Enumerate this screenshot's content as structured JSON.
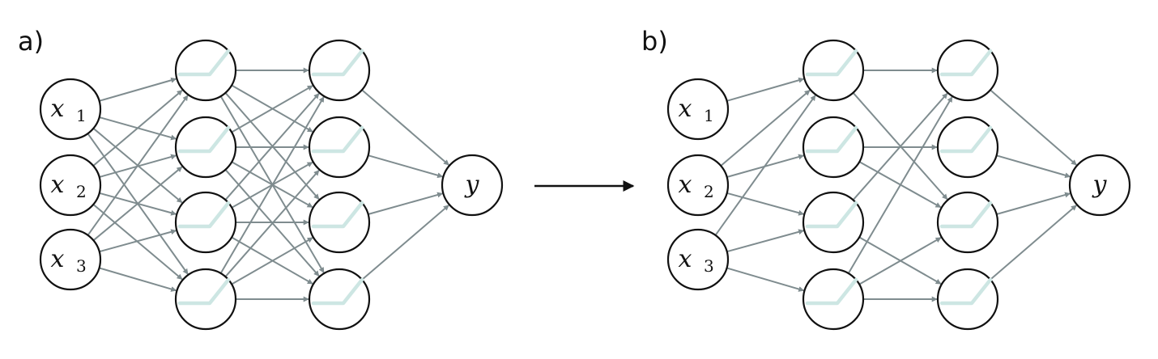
{
  "panels": [
    {
      "label": "a)",
      "inputs": [
        {
          "name": "x",
          "sub": "1"
        },
        {
          "name": "x",
          "sub": "2"
        },
        {
          "name": "x",
          "sub": "3"
        }
      ],
      "output": "y",
      "connections": "full"
    },
    {
      "label": "b)",
      "inputs": [
        {
          "name": "x",
          "sub": "1"
        },
        {
          "name": "x",
          "sub": "2"
        },
        {
          "name": "x",
          "sub": "3"
        }
      ],
      "output": "y",
      "connections": "sparse"
    }
  ],
  "colors": {
    "edge": "#7f8c8f",
    "node_stroke": "#111111",
    "relu": "#cde6e3",
    "arrow": "#111111"
  },
  "icons": {
    "hidden_unit": "relu-icon",
    "transition": "right-arrow-icon"
  }
}
